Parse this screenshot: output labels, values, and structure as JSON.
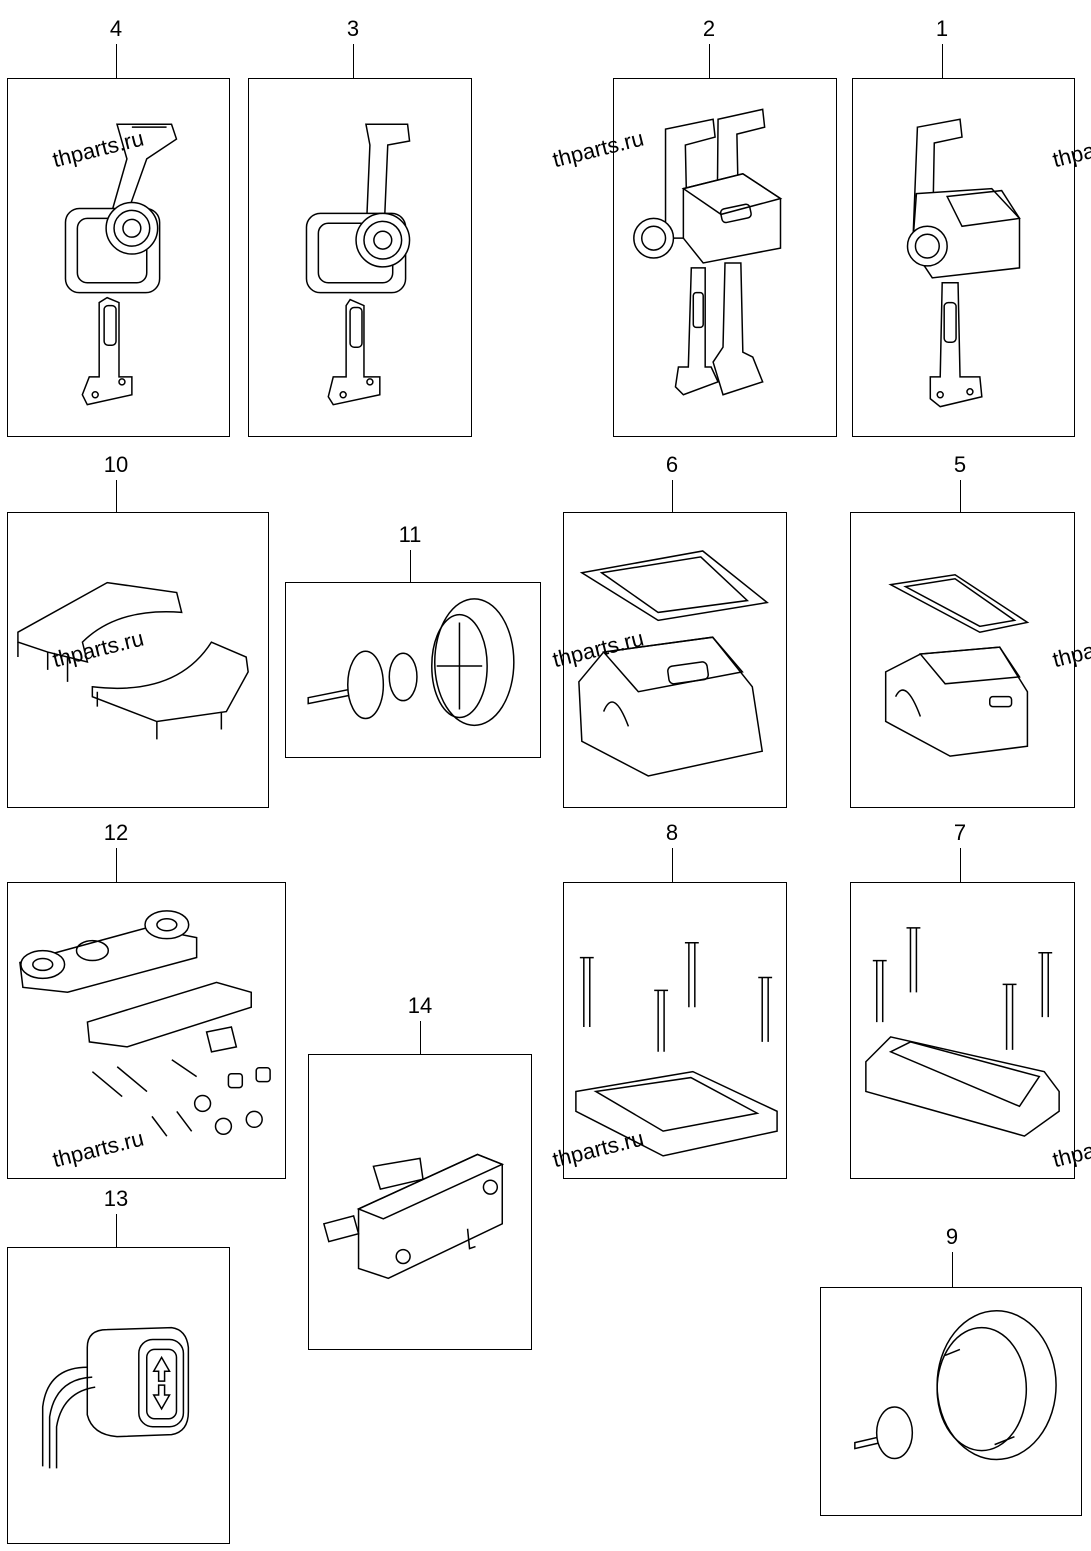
{
  "parts": [
    {
      "id": "part-4",
      "label": "4",
      "desc": "single-lever-remote-control-top-mount"
    },
    {
      "id": "part-3",
      "label": "3",
      "desc": "single-lever-remote-control-side-mount"
    },
    {
      "id": "part-2",
      "label": "2",
      "desc": "twin-lever-binnacle-control"
    },
    {
      "id": "part-1",
      "label": "1",
      "desc": "single-lever-binnacle-control"
    },
    {
      "id": "part-10",
      "label": "10",
      "desc": "split-cover-plate"
    },
    {
      "id": "part-11",
      "label": "11",
      "desc": "knob-and-cap-set"
    },
    {
      "id": "part-6",
      "label": "6",
      "desc": "twin-binnacle-cover-and-gasket"
    },
    {
      "id": "part-5",
      "label": "5",
      "desc": "single-binnacle-cover-and-gasket"
    },
    {
      "id": "part-12",
      "label": "12",
      "desc": "cable-clamp-and-hardware-kit"
    },
    {
      "id": "part-8",
      "label": "8",
      "desc": "twin-base-and-bolts"
    },
    {
      "id": "part-7",
      "label": "7",
      "desc": "single-base-and-bolts"
    },
    {
      "id": "part-14",
      "label": "14",
      "desc": "micro-switch"
    },
    {
      "id": "part-13",
      "label": "13",
      "desc": "trim-switch"
    },
    {
      "id": "part-9",
      "label": "9",
      "desc": "hub-cap-ring"
    }
  ],
  "watermark": "thparts.ru",
  "colors": {
    "line": "#000000",
    "background": "#ffffff"
  }
}
